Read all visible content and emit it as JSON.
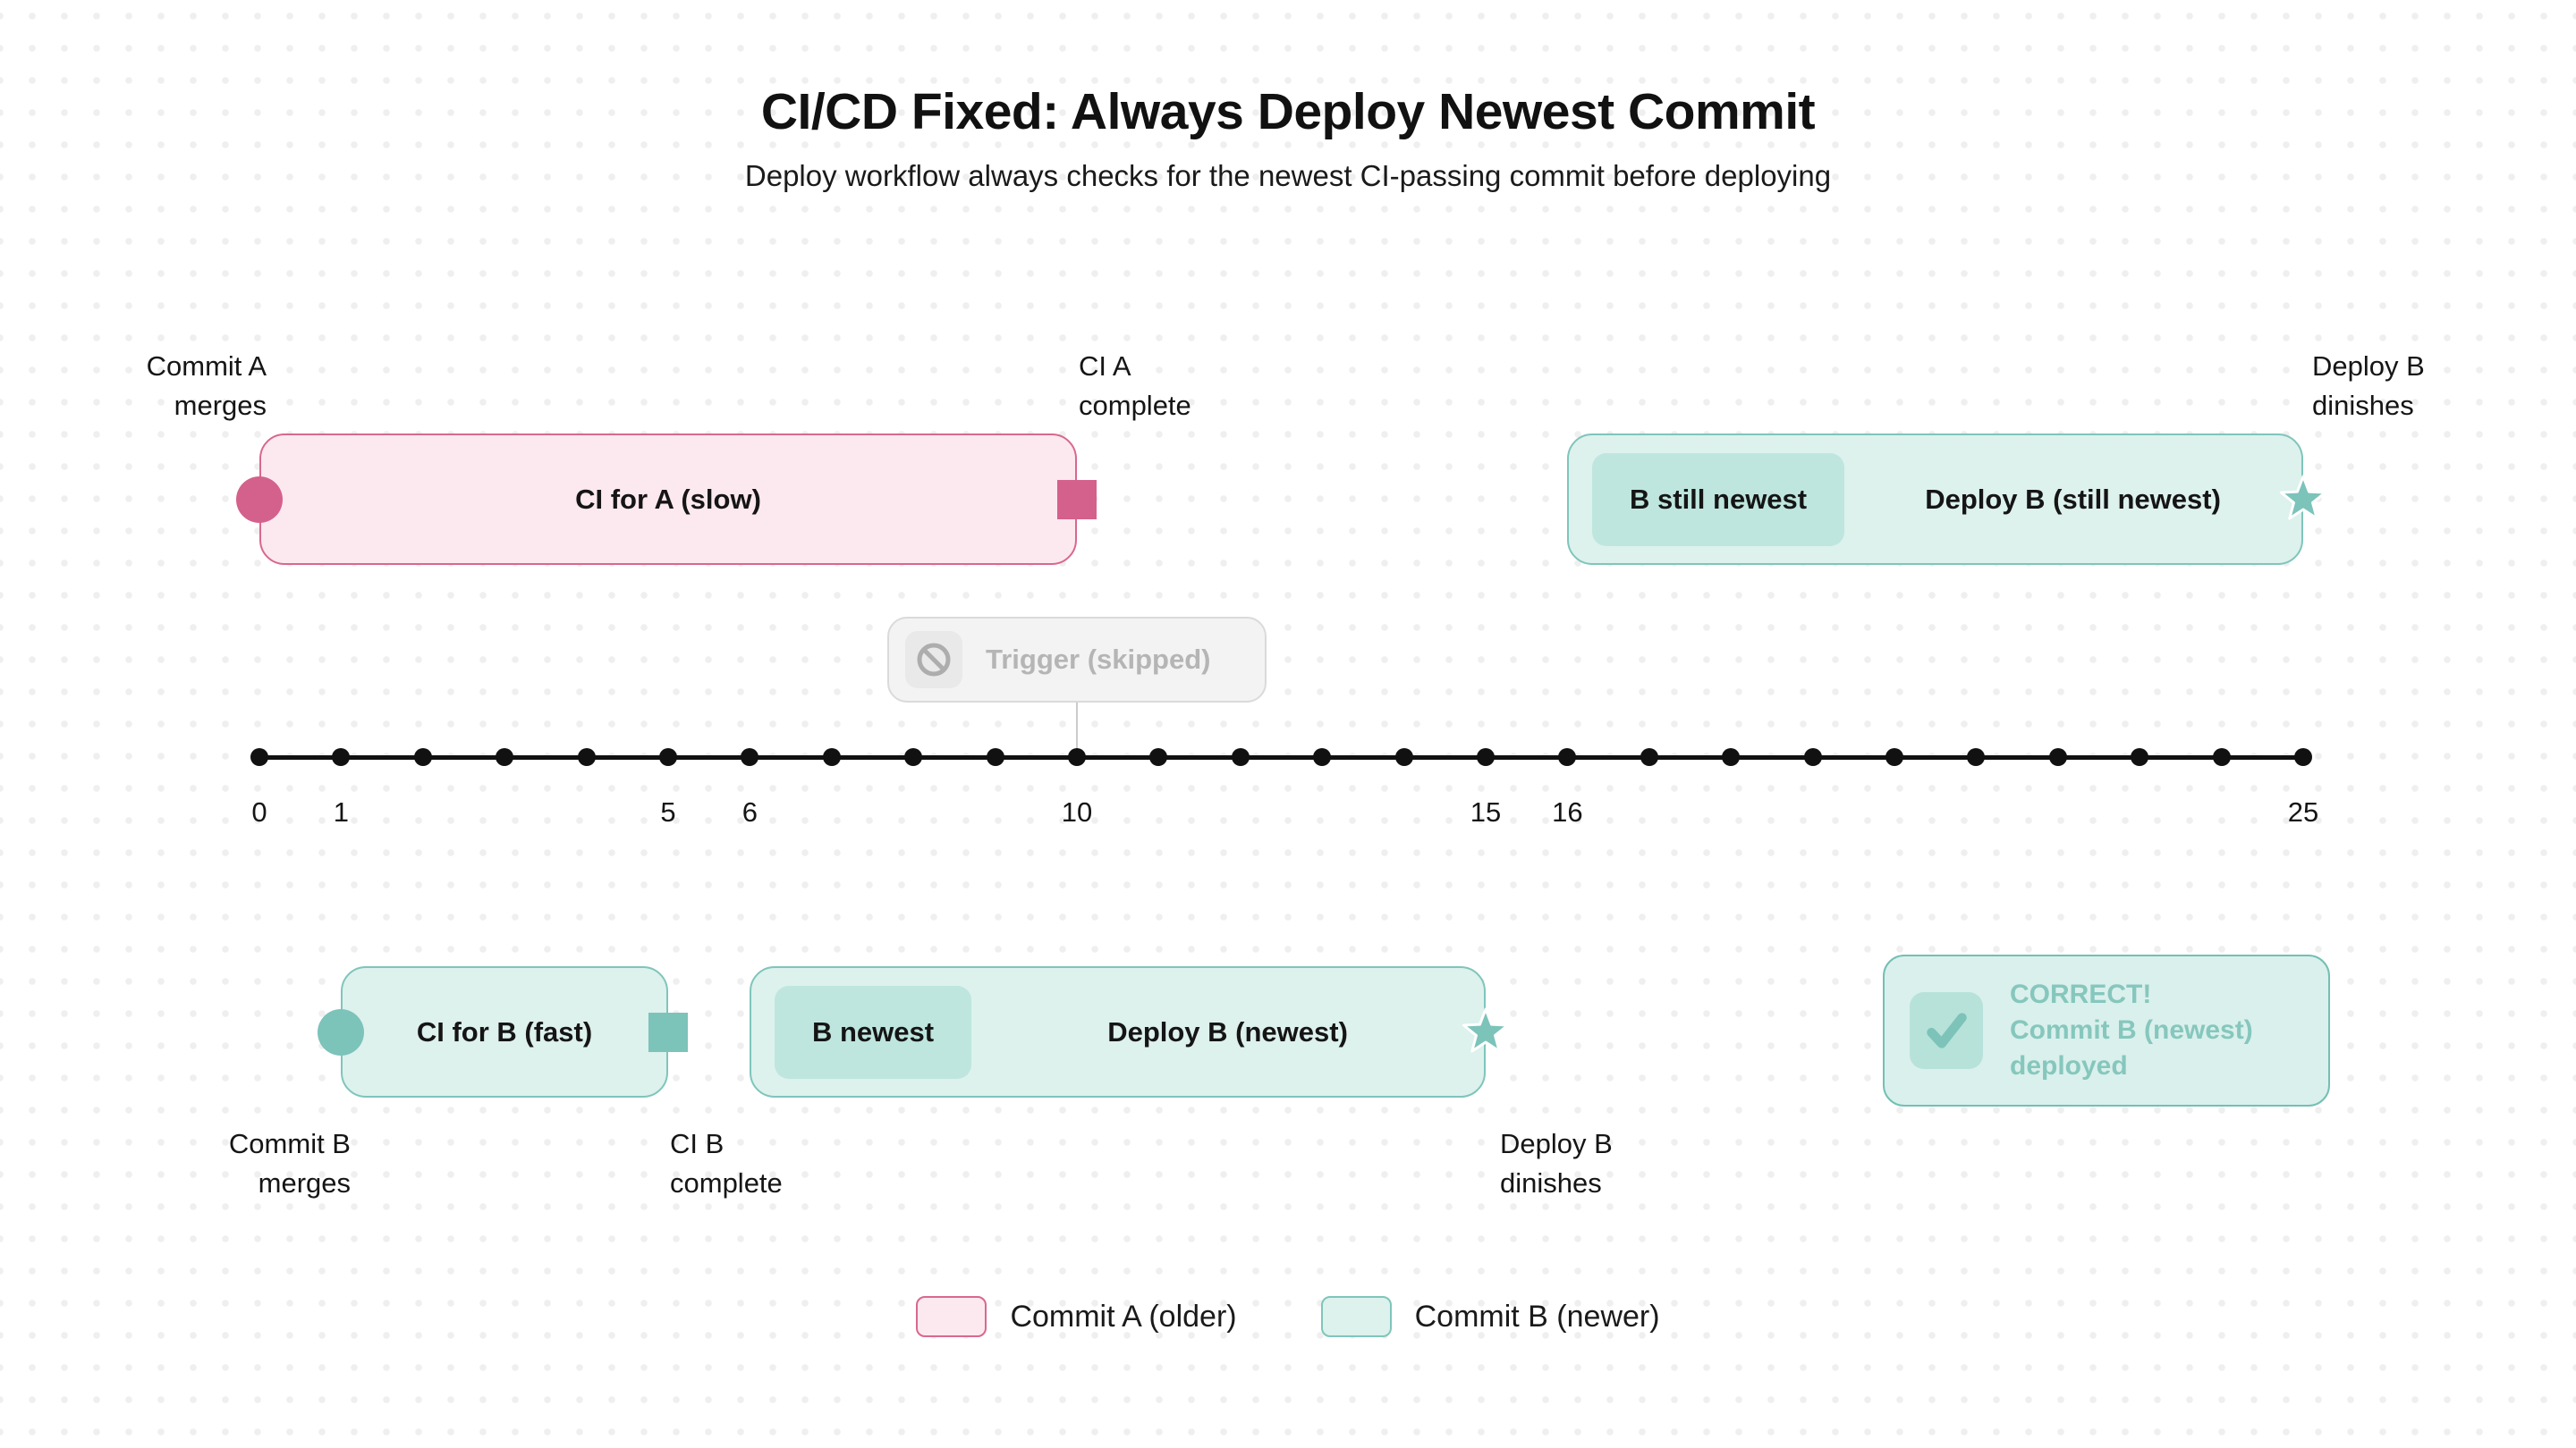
{
  "title": "CI/CD Fixed: Always Deploy Newest Commit",
  "subtitle": "Deploy workflow always checks for the newest CI-passing commit before deploying",
  "timeline": {
    "t_min": 0,
    "t_max": 25,
    "tick_labels": [
      0,
      1,
      5,
      6,
      10,
      15,
      16,
      25
    ]
  },
  "spans": {
    "ci_a": {
      "label": "CI for A (slow)",
      "commit": "A",
      "t_start": 0,
      "t_end": 10
    },
    "deploy_b_still": {
      "badge": "B still newest",
      "label": "Deploy B (still newest)",
      "commit": "B",
      "t_start": 16,
      "t_end": 25
    },
    "ci_b": {
      "label": "CI for B (fast)",
      "commit": "B",
      "t_start": 1,
      "t_end": 5
    },
    "deploy_b_newest": {
      "badge": "B newest",
      "label": "Deploy B (newest)",
      "commit": "B",
      "t_start": 6,
      "t_end": 15
    }
  },
  "trigger": {
    "label": "Trigger (skipped)",
    "icon": "ban-icon",
    "t": 10
  },
  "result": {
    "lines": [
      "CORRECT!",
      "Commit B (newest)",
      "deployed"
    ],
    "icon": "check-icon"
  },
  "labels": {
    "commit_a": {
      "line1": "Commit A",
      "line2": "merges",
      "t": 0
    },
    "ci_a_complete": {
      "line1": "CI A",
      "line2": "complete",
      "t": 10
    },
    "deploy_b_finish_top": {
      "line1": "Deploy B",
      "line2": "dinishes",
      "t": 25
    },
    "commit_b": {
      "line1": "Commit B",
      "line2": "merges",
      "t": 1
    },
    "ci_b_complete": {
      "line1": "CI B",
      "line2": "complete",
      "t": 5
    },
    "deploy_b_finish_bottom": {
      "line1": "Deploy B",
      "line2": "dinishes",
      "t": 15
    }
  },
  "legend": {
    "commit_a": {
      "label": "Commit A (older)",
      "fill": "#fce9f0",
      "border": "#d8688e"
    },
    "commit_b": {
      "label": "Commit B (newer)",
      "fill": "#ddf1ed",
      "border": "#7fc5bb"
    }
  },
  "colors": {
    "pink_fill": "#fce9f0",
    "pink_border": "#d8688e",
    "pink_marker": "#d4618b",
    "teal_fill": "#ddf1ed",
    "teal_border": "#7fc5bb",
    "teal_marker": "#7cc3ba",
    "badge_fill": "#bee6de",
    "correct_text": "#86c7bd",
    "trigger_text": "#b5b5b5",
    "timeline": "#111111"
  }
}
